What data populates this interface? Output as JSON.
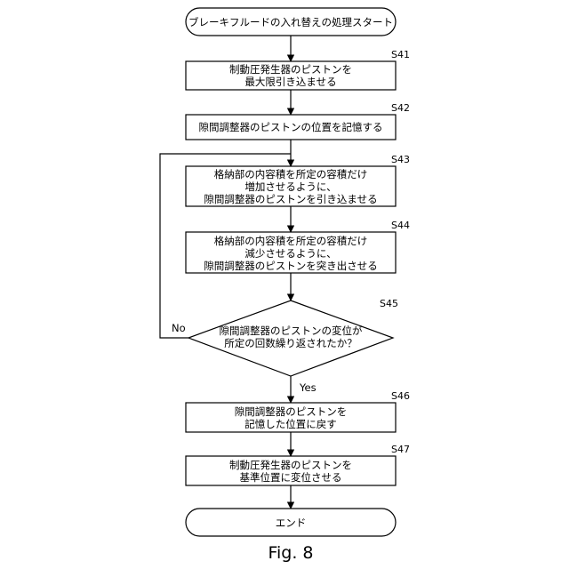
{
  "start_terminal": "ブレーキフルードの入れ替えの処理スタート",
  "steps": [
    {
      "id": "S41",
      "lines": [
        "制動圧発生器のピストンを",
        "最大限引き込ませる"
      ]
    },
    {
      "id": "S42",
      "lines": [
        "隙間調整器のピストンの位置を記憶する"
      ]
    },
    {
      "id": "S43",
      "lines": [
        "格納部の内容積を所定の容積だけ",
        "増加させるように、",
        "隙間調整器のピストンを引き込ませる"
      ]
    },
    {
      "id": "S44",
      "lines": [
        "格納部の内容積を所定の容積だけ",
        "減少させるように、",
        "隙間調整器のピストンを突き出させる"
      ]
    },
    {
      "id": "S45",
      "lines": [
        "隙間調整器のピストンの変位が",
        "所定の回数繰り返されたか？"
      ]
    },
    {
      "id": "S46",
      "lines": [
        "隙間調整器のピストンを",
        "記憶した位置に戻す"
      ]
    },
    {
      "id": "S47",
      "lines": [
        "制動圧発生器のピストンを",
        "基準位置に変位させる"
      ]
    }
  ],
  "branches": {
    "yes": "Yes",
    "no": "No"
  },
  "end_terminal": "エンド",
  "caption": "Fig. 8"
}
